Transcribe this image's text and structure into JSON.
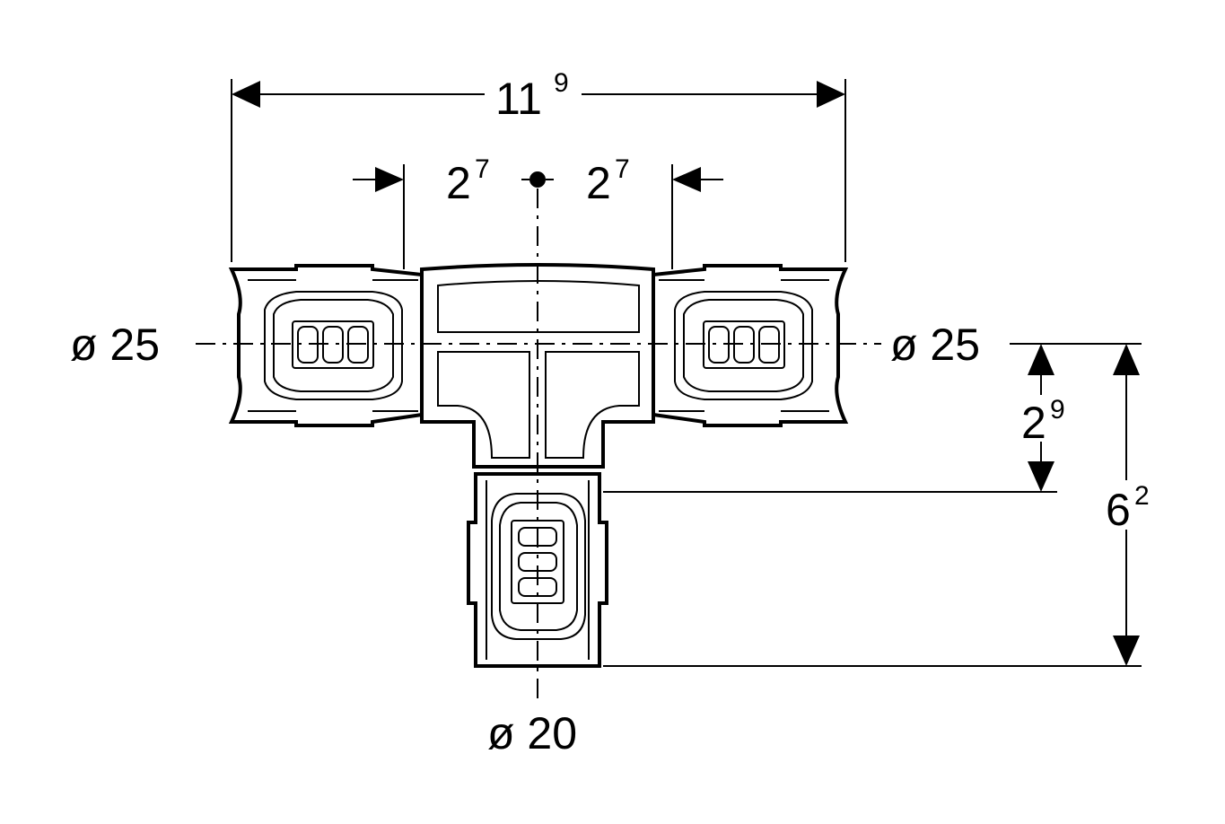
{
  "dimensions": {
    "overall_width": {
      "main": "11",
      "sup": "9"
    },
    "left_offset": {
      "main": "2",
      "sup": "7"
    },
    "right_offset": {
      "main": "2",
      "sup": "7"
    },
    "branch_length": {
      "main": "2",
      "sup": "9"
    },
    "total_height": {
      "main": "6",
      "sup": "2"
    }
  },
  "diameters": {
    "left": "ø 25",
    "right": "ø 25",
    "bottom": "ø 20"
  }
}
